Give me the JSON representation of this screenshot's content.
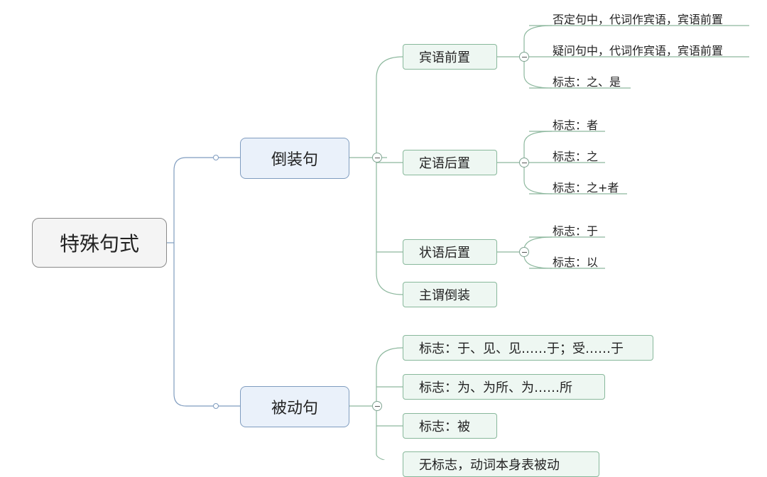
{
  "diagram": {
    "root": "特殊句式",
    "branches": [
      {
        "label": "倒装句",
        "children": [
          {
            "label": "宾语前置",
            "leaves": [
              "否定句中，代词作宾语，宾语前置",
              "疑问句中，代词作宾语，宾语前置",
              "标志：之、是"
            ]
          },
          {
            "label": "定语后置",
            "leaves": [
              "标志：者",
              "标志：之",
              "标志：之+者"
            ]
          },
          {
            "label": "状语后置",
            "leaves": [
              "标志：于",
              "标志：以"
            ]
          },
          {
            "label": "主谓倒装",
            "leaves": []
          }
        ]
      },
      {
        "label": "被动句",
        "children": [
          {
            "label": "标志：于、见、见……于；受……于",
            "leaves": []
          },
          {
            "label": "标志：为、为所、为……所",
            "leaves": []
          },
          {
            "label": "标志：被",
            "leaves": []
          },
          {
            "label": "无标志，动词本身表被动",
            "leaves": []
          }
        ]
      }
    ]
  }
}
